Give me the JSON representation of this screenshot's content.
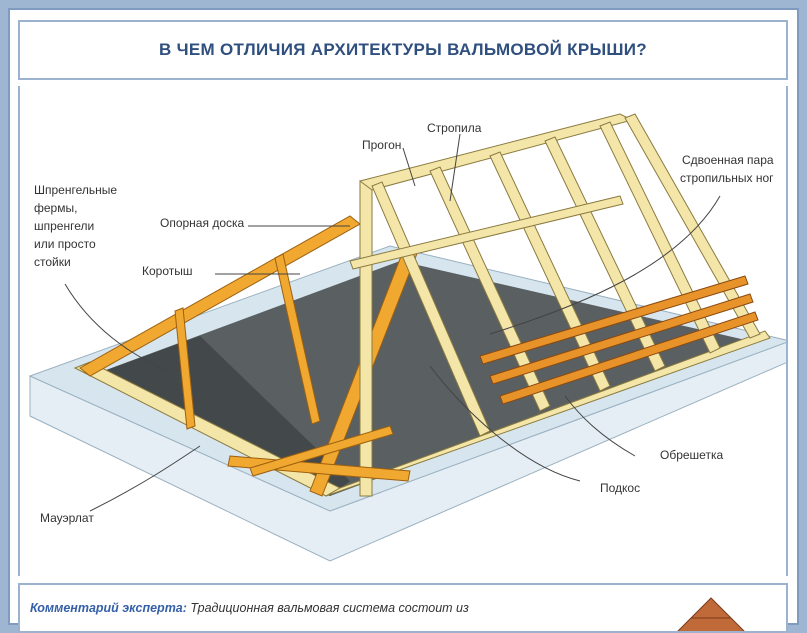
{
  "title": "В ЧЕМ ОТЛИЧИЯ АРХИТЕКТУРЫ  ВАЛЬМОВОЙ КРЫШИ?",
  "labels": {
    "shprengel": [
      "Шпренгельные",
      "фермы,",
      "шпренгели",
      "или просто",
      "стойки"
    ],
    "opornaya": "Опорная доска",
    "korotysh": "Коротыш",
    "mauerlat": "Мауэрлат",
    "progon": "Прогон",
    "stropila": "Стропила",
    "sdvoennaya": [
      "Сдвоенная пара",
      "стропильных ног"
    ],
    "obreshetka": "Обрешетка",
    "podkos": "Подкос"
  },
  "comment": {
    "label": "Комментарий эксперта:",
    "text": "Традиционная вальмовая система состоит из"
  },
  "colors": {
    "accent": "#2f4f7f",
    "timber": "#f4e6a8",
    "timber_orange": "#f0a830",
    "floor": "#5a5f61",
    "slab": "#e4eef4"
  }
}
